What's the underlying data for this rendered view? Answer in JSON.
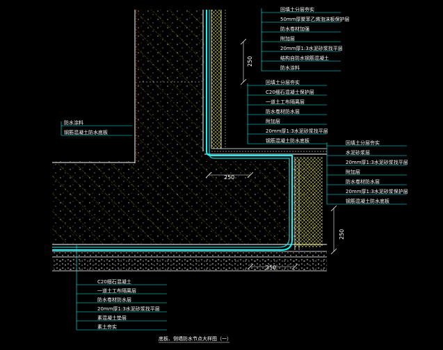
{
  "title": "底板、侧墙防水节点大样图（一）",
  "colors": {
    "background": "#000000",
    "concrete_hatch": "#ffff00",
    "membrane": "#00ffff",
    "leader": "#00ffff",
    "label": "#ffffff",
    "outline": "#ffffff",
    "aggregate": "#ffffff",
    "insulation": "#ffff00",
    "protect_red": "#ff3300"
  },
  "labels": {
    "wall_top": [
      "回填土分层夯实",
      "50mm厚聚苯乙烯泡沫板保护层",
      "防水卷材加强",
      "附加层",
      "20mm厚1:3水泥砂浆找平层",
      "结构自防水钢筋混凝土",
      "防水涂料"
    ],
    "wall_mid": [
      "回填土分层夯实",
      "C20细石混凝土保护层",
      "一道土工布隔离层",
      "防水卷材防水层",
      "附加层",
      "20mm厚1:3水泥砂浆找平层",
      "钢筋混凝土防水底板"
    ],
    "left": [
      "防水涂料",
      "钢筋混凝土防水底板"
    ],
    "right": [
      "回填土分层夯实",
      "水泥砂浆层",
      "20mm厚1:3水泥砂浆找平层",
      "附加层",
      "防水卷材防水层",
      "20mm厚1:3水泥砂浆保护层",
      "钢筋混凝土防水底板"
    ],
    "bottom": [
      "C20细石混凝土",
      "一道土工布隔离层",
      "防水卷材防水层",
      "20mm厚1:3水泥砂浆找平层",
      "素混凝土垫层",
      "素土夯实"
    ]
  },
  "dimensions": {
    "wall_vertical": "250",
    "slab_horizontal": "250",
    "right_vertical": "250",
    "bottom_horizontal": "250"
  }
}
